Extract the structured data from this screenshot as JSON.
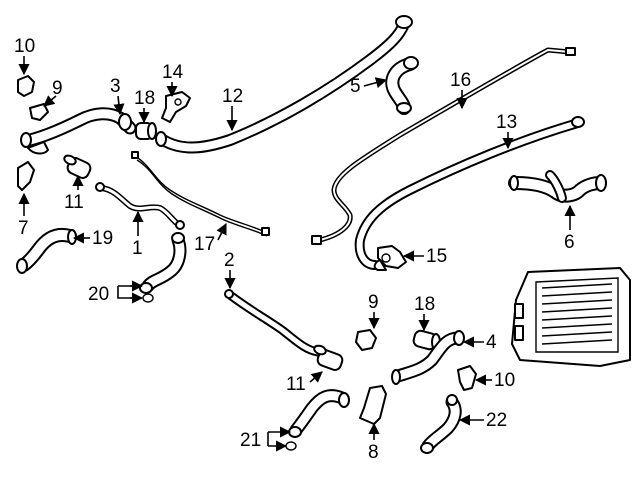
{
  "diagram": {
    "callouts": [
      "10",
      "9",
      "3",
      "18",
      "14",
      "12",
      "5",
      "16",
      "13",
      "7",
      "11",
      "1",
      "19",
      "17",
      "15",
      "6",
      "20",
      "2",
      "9",
      "18",
      "4",
      "11",
      "10",
      "21",
      "8",
      "22"
    ],
    "parts": [
      "hose-1",
      "hose-2",
      "hose-3",
      "hose-4",
      "hose-5",
      "hose-6",
      "bracket-7",
      "bracket-8",
      "clip-9",
      "bracket-10",
      "coupling-11",
      "pipe-12",
      "pipe-13",
      "bracket-14",
      "bracket-15",
      "line-16",
      "line-17",
      "clamp-18",
      "hose-19",
      "o-ring-20",
      "o-ring-21",
      "hose-22",
      "radiator"
    ]
  }
}
